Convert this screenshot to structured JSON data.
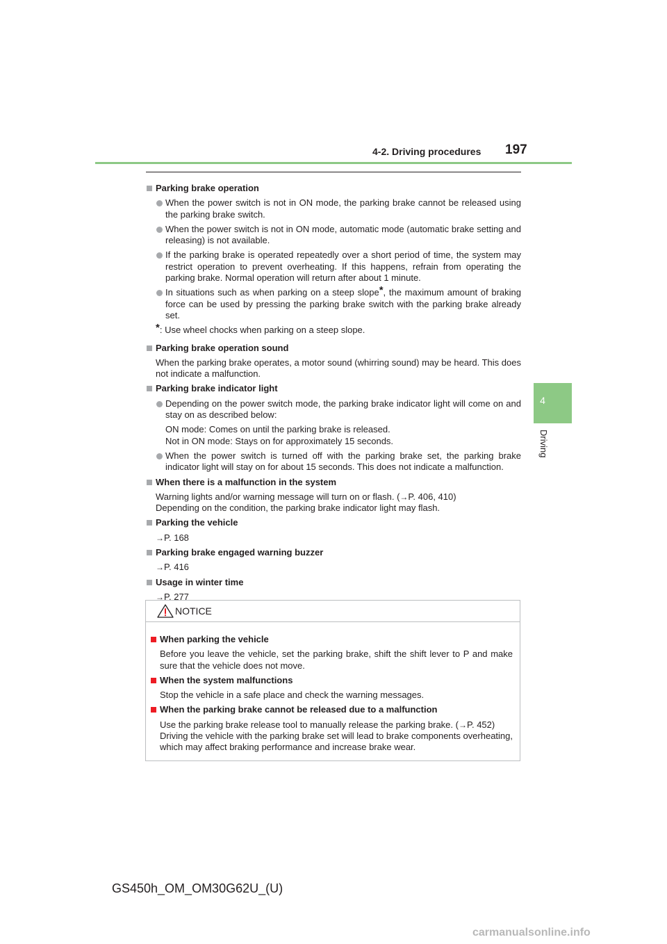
{
  "header": {
    "section": "4-2. Driving procedures",
    "page_number": "197"
  },
  "side_tab": {
    "number": "4",
    "label": "Driving"
  },
  "sections": {
    "s1": {
      "title": "Parking brake operation",
      "bullets": [
        "When the power switch is not in ON mode, the parking brake cannot be released using the parking brake switch.",
        "When the power switch is not in ON mode, automatic mode (automatic brake setting and releasing) is not available.",
        "If the parking brake is operated repeatedly over a short period of time, the system may restrict operation to prevent overheating. If this happens, refrain from operating the parking brake. Normal operation will return after about 1 minute."
      ],
      "b4_part1": "In situations such as when parking on a steep slope",
      "b4_part2": ", the maximum amount of braking force can be used by pressing the parking brake switch with the parking brake already set.",
      "asterisk": "*",
      "footnote": ": Use wheel chocks when parking on a steep slope."
    },
    "s2": {
      "title": "Parking brake operation sound",
      "text": "When the parking brake operates, a motor sound (whirring sound) may be heard. This does not indicate a malfunction."
    },
    "s3": {
      "title": "Parking brake indicator light",
      "bullet1": "Depending on the power switch mode, the parking brake indicator light will come on and stay on as described below:",
      "line1": "ON mode: Comes on until the parking brake is released.",
      "line2": "Not in ON mode: Stays on for approximately 15 seconds.",
      "bullet2": "When the power switch is turned off with the parking brake set, the parking brake indicator light will stay on for about 15 seconds. This does not indicate a malfunction."
    },
    "s4": {
      "title": "When there is a malfunction in the system",
      "line1_prefix": "Warning lights and/or warning message will turn on or flash. (",
      "arrow": "→",
      "line1_ref": "P. 406, 410)",
      "line2": "Depending on the condition, the parking brake indicator light may flash."
    },
    "s5": {
      "title": "Parking the vehicle",
      "ref": "P. 168"
    },
    "s6": {
      "title": "Parking brake engaged warning buzzer",
      "ref": "P. 416"
    },
    "s7": {
      "title": "Usage in winter time",
      "ref": "P. 277"
    }
  },
  "notice": {
    "title": "NOTICE",
    "n1": {
      "title": "When parking the vehicle",
      "text": "Before you leave the vehicle, set the parking brake, shift the shift lever to P and make sure that the vehicle does not move."
    },
    "n2": {
      "title": "When the system malfunctions",
      "text": "Stop the vehicle in a safe place and check the warning messages."
    },
    "n3": {
      "title": "When the parking brake cannot be released due to a malfunction",
      "line1_prefix": "Use the parking brake release tool to manually release the parking brake. (",
      "line1_ref": "P. 452)",
      "line2": "Driving the vehicle with the parking brake set will lead to brake components overheating, which may affect braking performance and increase brake wear."
    }
  },
  "footer": "GS450h_OM_OM30G62U_(U)",
  "watermark": "carmanualsonline.info",
  "colors": {
    "accent_green": "#8dc985",
    "notice_marker": "#ed1c24",
    "bullet_gray": "#a7a9ac"
  }
}
